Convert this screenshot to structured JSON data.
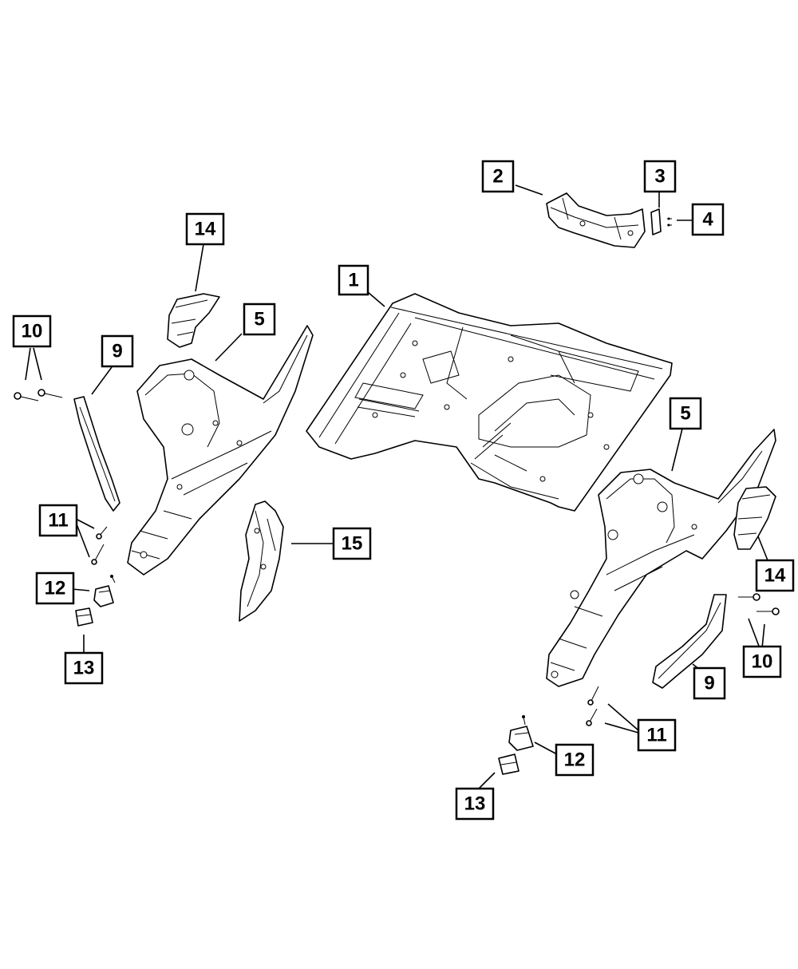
{
  "colors": {
    "line": "#000000",
    "background": "#ffffff"
  },
  "callouts": [
    {
      "id": "c1",
      "label": "1"
    },
    {
      "id": "c2",
      "label": "2"
    },
    {
      "id": "c3",
      "label": "3"
    },
    {
      "id": "c4",
      "label": "4"
    },
    {
      "id": "c5a",
      "label": "5"
    },
    {
      "id": "c5b",
      "label": "5"
    },
    {
      "id": "c9a",
      "label": "9"
    },
    {
      "id": "c9b",
      "label": "9"
    },
    {
      "id": "c10a",
      "label": "10"
    },
    {
      "id": "c10b",
      "label": "10"
    },
    {
      "id": "c11a",
      "label": "11"
    },
    {
      "id": "c11b",
      "label": "11"
    },
    {
      "id": "c12a",
      "label": "12"
    },
    {
      "id": "c12b",
      "label": "12"
    },
    {
      "id": "c13a",
      "label": "13"
    },
    {
      "id": "c13b",
      "label": "13"
    },
    {
      "id": "c14a",
      "label": "14"
    },
    {
      "id": "c14b",
      "label": "14"
    },
    {
      "id": "c15",
      "label": "15"
    }
  ]
}
